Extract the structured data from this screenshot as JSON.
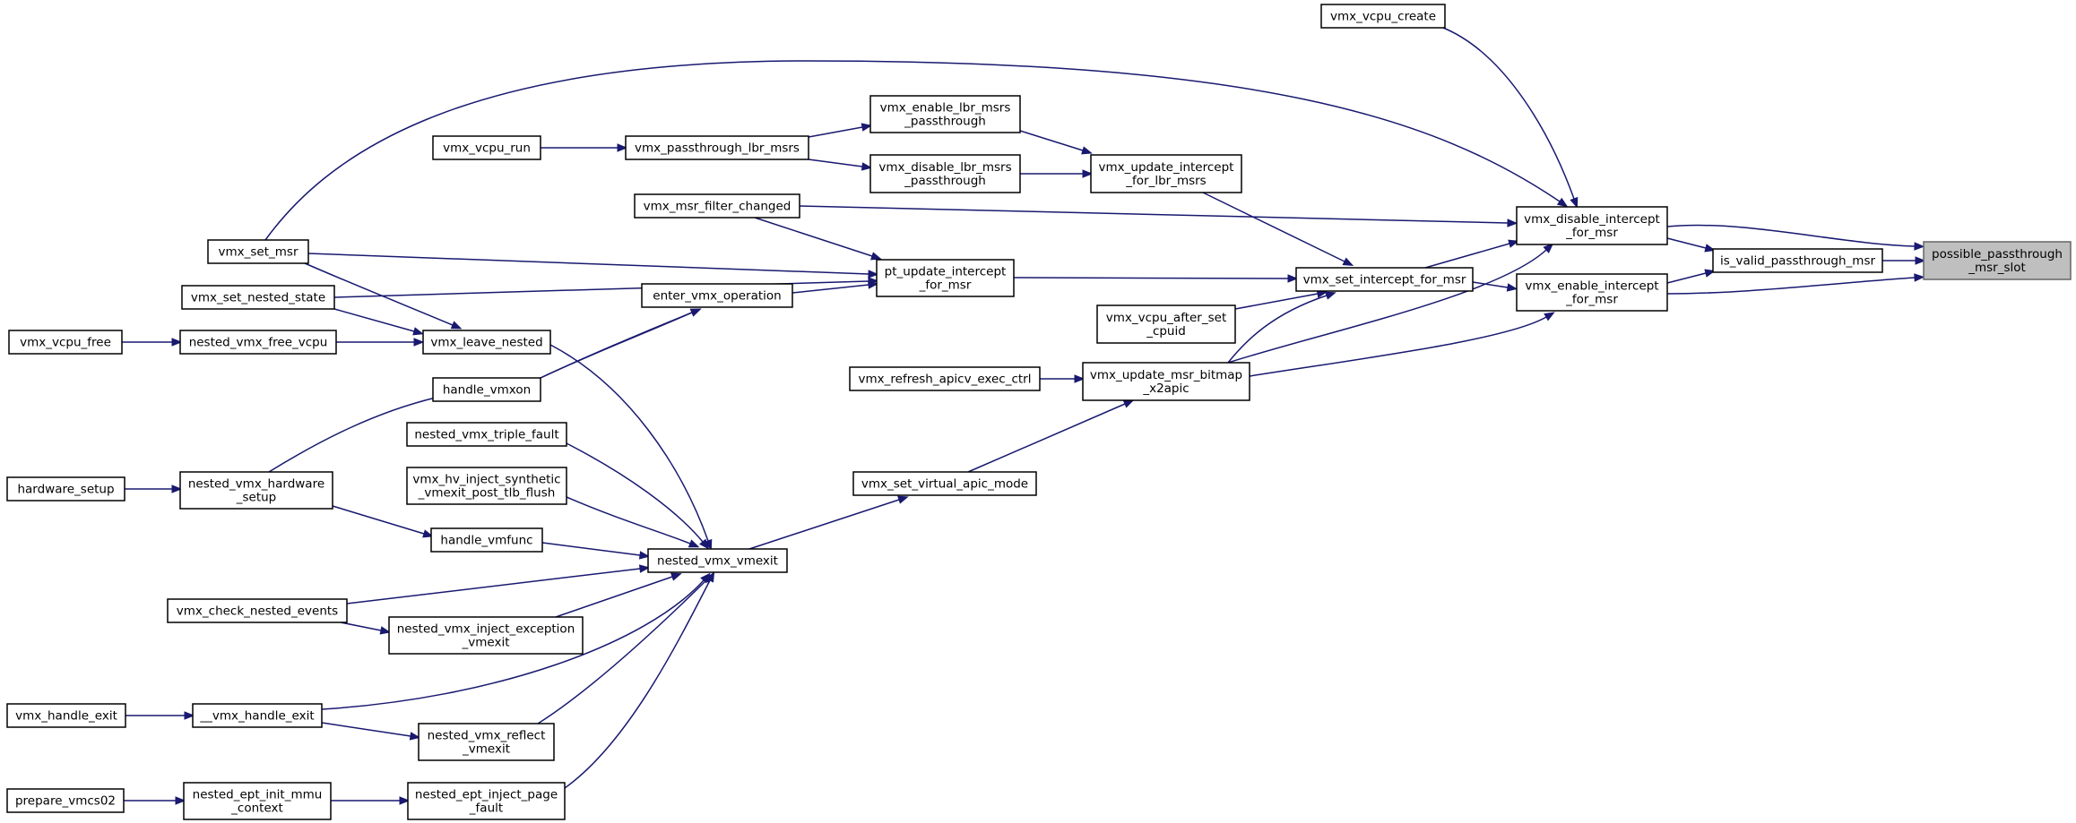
{
  "graph": {
    "nodes": {
      "possible_passthrough": [
        "possible_passthrough",
        "_msr_slot"
      ],
      "is_valid_passthrough_msr": [
        "is_valid_passthrough_msr"
      ],
      "vmx_disable_intercept": [
        "vmx_disable_intercept",
        "_for_msr"
      ],
      "vmx_enable_intercept": [
        "vmx_enable_intercept",
        "_for_msr"
      ],
      "vmx_vcpu_create": [
        "vmx_vcpu_create"
      ],
      "vmx_set_intercept_for_msr": [
        "vmx_set_intercept_for_msr"
      ],
      "vmx_update_intercept_lbr": [
        "vmx_update_intercept",
        "_for_lbr_msrs"
      ],
      "vmx_update_msr_bitmap": [
        "vmx_update_msr_bitmap",
        "_x2apic"
      ],
      "vmx_vcpu_after_set_cpuid": [
        "vmx_vcpu_after_set",
        "_cpuid"
      ],
      "vmx_enable_lbr": [
        "vmx_enable_lbr_msrs",
        "_passthrough"
      ],
      "vmx_disable_lbr": [
        "vmx_disable_lbr_msrs",
        "_passthrough"
      ],
      "vmx_passthrough_lbr_msrs": [
        "vmx_passthrough_lbr_msrs"
      ],
      "vmx_vcpu_run": [
        "vmx_vcpu_run"
      ],
      "vmx_msr_filter_changed": [
        "vmx_msr_filter_changed"
      ],
      "pt_update_intercept": [
        "pt_update_intercept",
        "_for_msr"
      ],
      "vmx_set_msr": [
        "vmx_set_msr"
      ],
      "enter_vmx_operation": [
        "enter_vmx_operation"
      ],
      "vmx_set_nested_state": [
        "vmx_set_nested_state"
      ],
      "vmx_leave_nested": [
        "vmx_leave_nested"
      ],
      "nested_vmx_free_vcpu": [
        "nested_vmx_free_vcpu"
      ],
      "vmx_vcpu_free": [
        "vmx_vcpu_free"
      ],
      "handle_vmxon": [
        "handle_vmxon"
      ],
      "vmx_refresh_apicv_exec_ctrl": [
        "vmx_refresh_apicv_exec_ctrl"
      ],
      "vmx_set_virtual_apic_mode": [
        "vmx_set_virtual_apic_mode"
      ],
      "nested_vmx_triple_fault": [
        "nested_vmx_triple_fault"
      ],
      "vmx_hv_inject_synthetic": [
        "vmx_hv_inject_synthetic",
        "_vmexit_post_tlb_flush"
      ],
      "nested_vmx_hardware_setup": [
        "nested_vmx_hardware",
        "_setup"
      ],
      "hardware_setup": [
        "hardware_setup"
      ],
      "handle_vmfunc": [
        "handle_vmfunc"
      ],
      "nested_vmx_vmexit": [
        "nested_vmx_vmexit"
      ],
      "vmx_check_nested_events": [
        "vmx_check_nested_events"
      ],
      "nested_vmx_inject_exception": [
        "nested_vmx_inject_exception",
        "_vmexit"
      ],
      "vmx_handle_exit": [
        "vmx_handle_exit"
      ],
      "__vmx_handle_exit": [
        "__vmx_handle_exit"
      ],
      "nested_vmx_reflect": [
        "nested_vmx_reflect",
        "_vmexit"
      ],
      "prepare_vmcs02": [
        "prepare_vmcs02"
      ],
      "nested_ept_init_mmu": [
        "nested_ept_init_mmu",
        "_context"
      ],
      "nested_ept_inject_page": [
        "nested_ept_inject_page",
        "_fault"
      ]
    },
    "focus_node": "possible_passthrough",
    "edges": [
      [
        "is_valid_passthrough_msr",
        "possible_passthrough"
      ],
      [
        "vmx_disable_intercept",
        "possible_passthrough"
      ],
      [
        "vmx_enable_intercept",
        "possible_passthrough"
      ],
      [
        "vmx_disable_intercept",
        "is_valid_passthrough_msr"
      ],
      [
        "vmx_enable_intercept",
        "is_valid_passthrough_msr"
      ],
      [
        "vmx_vcpu_create",
        "vmx_disable_intercept"
      ],
      [
        "vmx_set_msr",
        "vmx_disable_intercept"
      ],
      [
        "vmx_msr_filter_changed",
        "vmx_disable_intercept"
      ],
      [
        "vmx_set_intercept_for_msr",
        "vmx_disable_intercept"
      ],
      [
        "vmx_update_msr_bitmap",
        "vmx_disable_intercept"
      ],
      [
        "vmx_set_intercept_for_msr",
        "vmx_enable_intercept"
      ],
      [
        "vmx_update_msr_bitmap",
        "vmx_enable_intercept"
      ],
      [
        "vmx_update_intercept_lbr",
        "vmx_set_intercept_for_msr"
      ],
      [
        "pt_update_intercept",
        "vmx_set_intercept_for_msr"
      ],
      [
        "vmx_vcpu_after_set_cpuid",
        "vmx_set_intercept_for_msr"
      ],
      [
        "vmx_update_msr_bitmap",
        "vmx_set_intercept_for_msr"
      ],
      [
        "vmx_enable_lbr",
        "vmx_update_intercept_lbr"
      ],
      [
        "vmx_disable_lbr",
        "vmx_update_intercept_lbr"
      ],
      [
        "vmx_passthrough_lbr_msrs",
        "vmx_enable_lbr"
      ],
      [
        "vmx_passthrough_lbr_msrs",
        "vmx_disable_lbr"
      ],
      [
        "vmx_vcpu_run",
        "vmx_passthrough_lbr_msrs"
      ],
      [
        "vmx_msr_filter_changed",
        "pt_update_intercept"
      ],
      [
        "vmx_set_msr",
        "pt_update_intercept"
      ],
      [
        "vmx_set_nested_state",
        "pt_update_intercept"
      ],
      [
        "enter_vmx_operation",
        "pt_update_intercept"
      ],
      [
        "vmx_leave_nested",
        "enter_vmx_operation"
      ],
      [
        "vmx_set_msr",
        "vmx_leave_nested"
      ],
      [
        "vmx_set_nested_state",
        "vmx_leave_nested"
      ],
      [
        "nested_vmx_free_vcpu",
        "vmx_leave_nested"
      ],
      [
        "vmx_vcpu_free",
        "nested_vmx_free_vcpu"
      ],
      [
        "handle_vmxon",
        "enter_vmx_operation"
      ],
      [
        "nested_vmx_hardware_setup",
        "handle_vmxon"
      ],
      [
        "hardware_setup",
        "nested_vmx_hardware_setup"
      ],
      [
        "nested_vmx_hardware_setup",
        "handle_vmfunc"
      ],
      [
        "vmx_refresh_apicv_exec_ctrl",
        "vmx_update_msr_bitmap"
      ],
      [
        "vmx_set_virtual_apic_mode",
        "vmx_update_msr_bitmap"
      ],
      [
        "nested_vmx_vmexit",
        "vmx_set_virtual_apic_mode"
      ],
      [
        "vmx_leave_nested",
        "nested_vmx_vmexit"
      ],
      [
        "nested_vmx_triple_fault",
        "nested_vmx_vmexit"
      ],
      [
        "vmx_hv_inject_synthetic",
        "nested_vmx_vmexit"
      ],
      [
        "handle_vmfunc",
        "nested_vmx_vmexit"
      ],
      [
        "vmx_check_nested_events",
        "nested_vmx_vmexit"
      ],
      [
        "nested_vmx_inject_exception",
        "nested_vmx_vmexit"
      ],
      [
        "__vmx_handle_exit",
        "nested_vmx_vmexit"
      ],
      [
        "nested_vmx_reflect",
        "nested_vmx_vmexit"
      ],
      [
        "nested_ept_inject_page",
        "nested_vmx_vmexit"
      ],
      [
        "vmx_check_nested_events",
        "nested_vmx_inject_exception"
      ],
      [
        "vmx_handle_exit",
        "__vmx_handle_exit"
      ],
      [
        "__vmx_handle_exit",
        "nested_vmx_reflect"
      ],
      [
        "prepare_vmcs02",
        "nested_ept_init_mmu"
      ],
      [
        "nested_ept_init_mmu",
        "nested_ept_inject_page"
      ]
    ]
  }
}
